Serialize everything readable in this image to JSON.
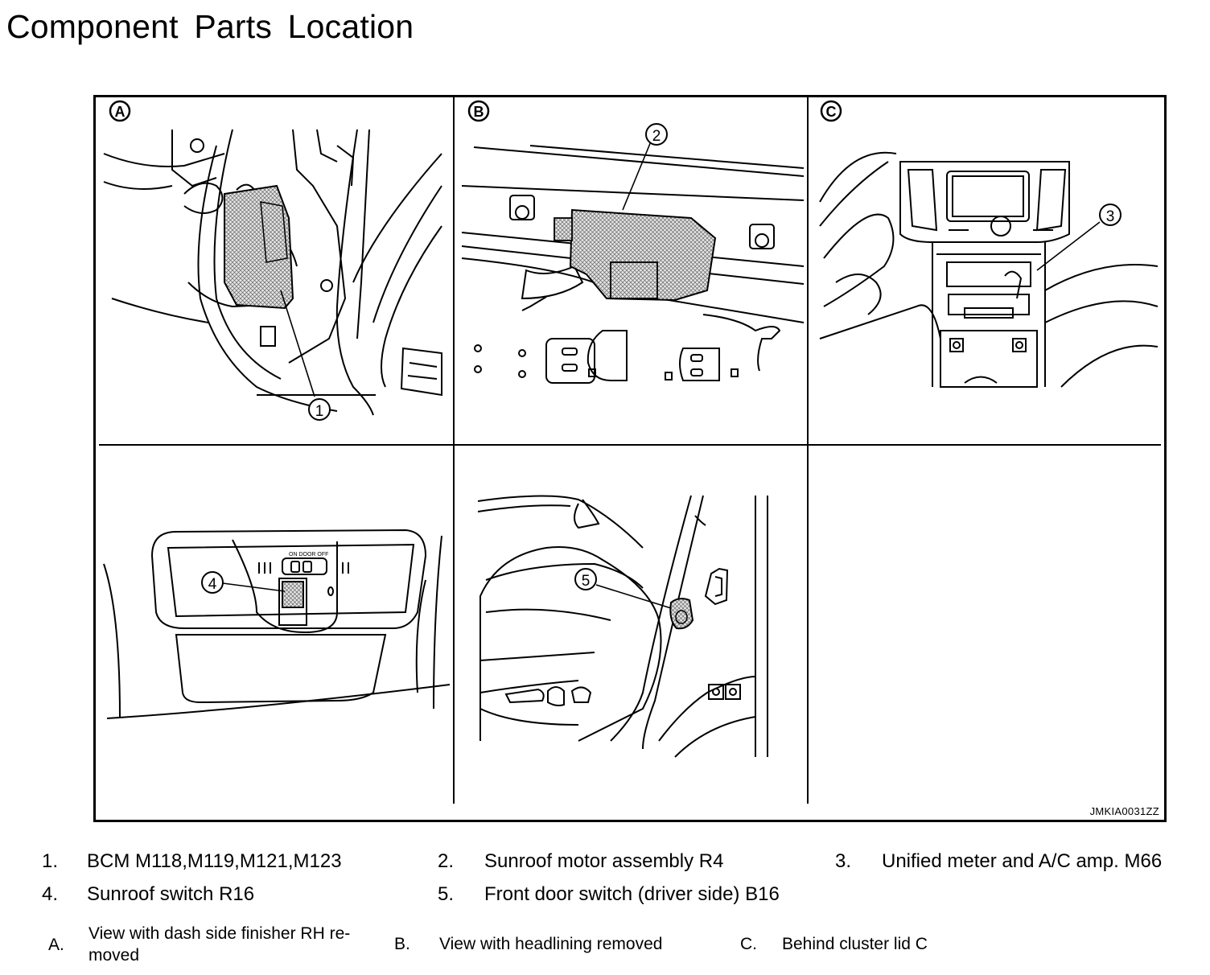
{
  "title": "Component Parts Location",
  "figure_code": "JMKIA0031ZZ",
  "panels": [
    {
      "letter": "A"
    },
    {
      "letter": "B"
    },
    {
      "letter": "C"
    }
  ],
  "callouts": [
    "1",
    "2",
    "3",
    "4",
    "5"
  ],
  "switch_label": "ON DOOR OFF",
  "legend": [
    {
      "num": "1.",
      "text": "BCM  M118,M119,M121,M123"
    },
    {
      "num": "2.",
      "text": "Sunroof motor assembly  R4"
    },
    {
      "num": "3.",
      "text": "Unified meter and A/C amp. M66"
    },
    {
      "num": "4.",
      "text": "Sunroof switch  R16"
    },
    {
      "num": "5.",
      "text": "Front door switch (driver side) B16"
    }
  ],
  "views": [
    {
      "letter": "A.",
      "text_line1": "View with dash side finisher RH re-",
      "text_line2": "moved"
    },
    {
      "letter": "B.",
      "text": "View with headlining removed"
    },
    {
      "letter": "C.",
      "text": "Behind cluster lid C"
    }
  ]
}
